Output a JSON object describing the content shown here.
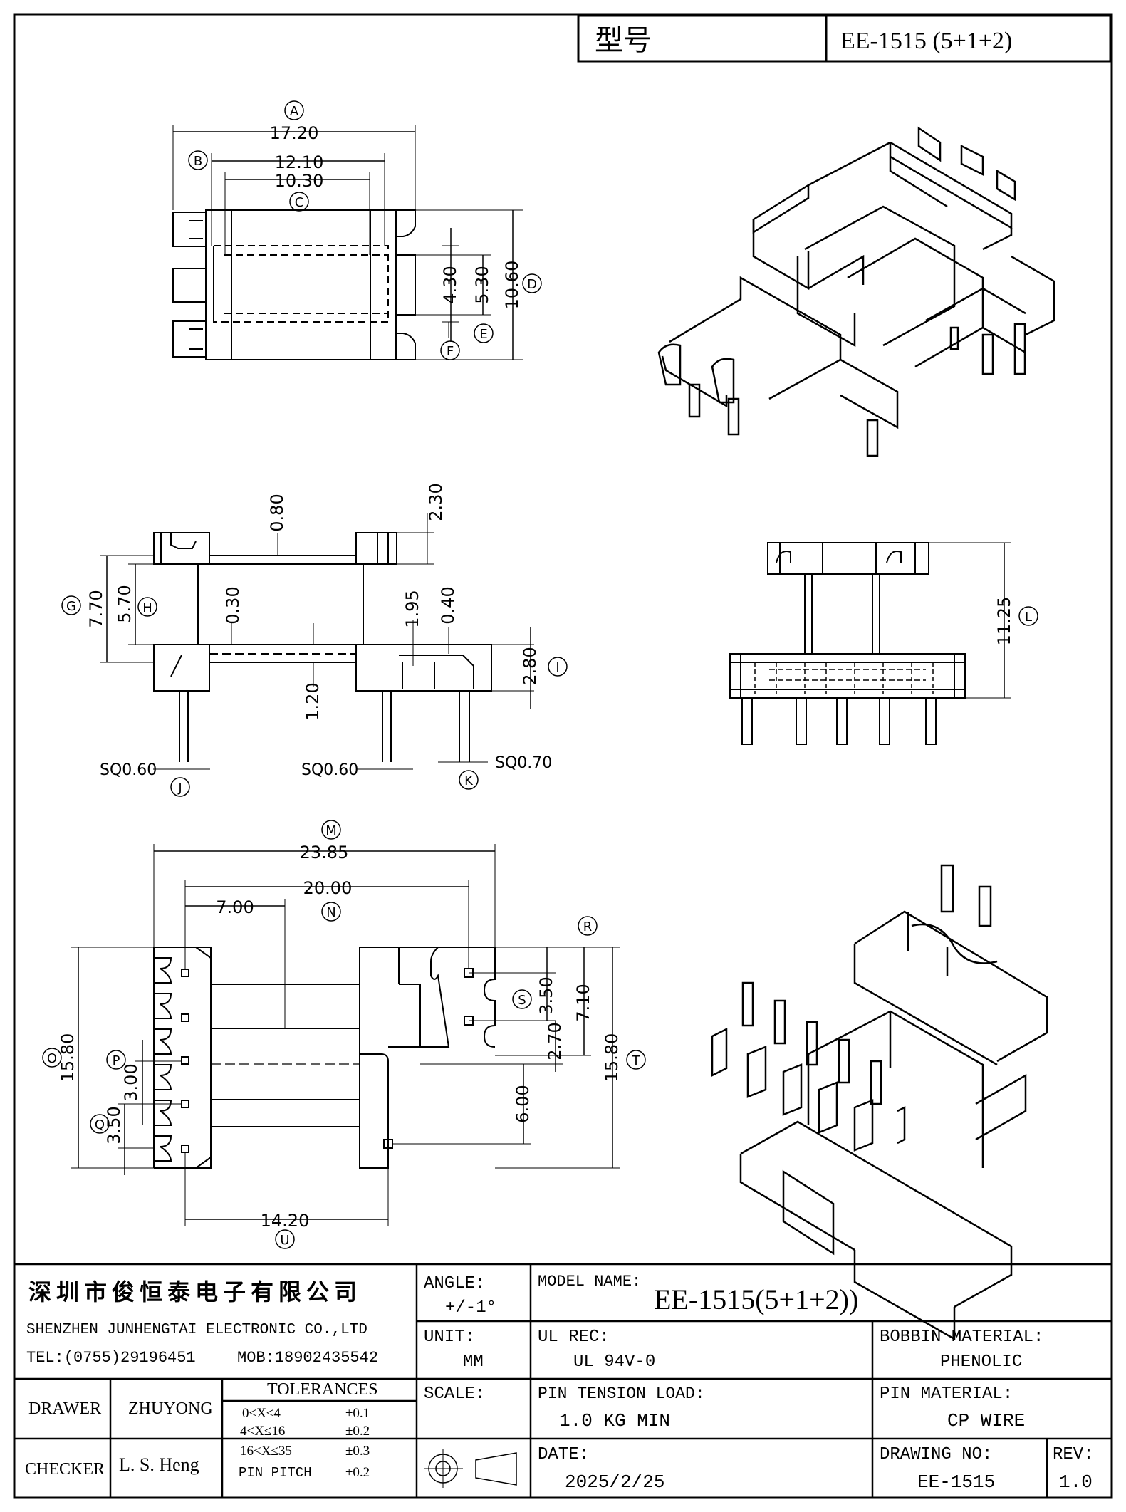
{
  "title_box": {
    "label": "型号",
    "value": "EE-1515 (5+1+2)"
  },
  "dims_top": {
    "A": "A",
    "B": "B",
    "C": "C",
    "D": "D",
    "E": "E",
    "F": "F",
    "a_val": "17.20",
    "b_val": "12.10",
    "c_val": "10.30",
    "d_val": "10.60",
    "e_val": "5.30",
    "f_val": "4.30"
  },
  "dims_front": {
    "G": "G",
    "H": "H",
    "I": "I",
    "J": "J",
    "K": "K",
    "g_val": "7.70",
    "h_val": "5.70",
    "v080": "0.80",
    "v230": "2.30",
    "v030": "0.30",
    "v195": "1.95",
    "v040": "0.40",
    "v120": "1.20",
    "i_val": "2.80",
    "sq_j": "SQ0.60",
    "sq_mid": "SQ0.60",
    "sq_k": "SQ0.70"
  },
  "dims_side": {
    "L": "L",
    "l_val": "11.25"
  },
  "dims_bottom": {
    "M": "M",
    "N": "N",
    "O": "O",
    "P": "P",
    "Q": "Q",
    "R": "R",
    "S": "S",
    "T": "T",
    "U": "U",
    "m_val": "23.85",
    "n_val": "20.00",
    "v700": "7.00",
    "o_val": "15.80",
    "p_val": "3.00",
    "q_val": "3.50",
    "s_val": "3.50",
    "r_val": "7.10",
    "v270": "2.70",
    "v600": "6.00",
    "t_val": "15.80",
    "u_val": "14.20"
  },
  "title_block": {
    "company_cn": "深圳市俊恒泰电子有限公司",
    "company_en": "SHENZHEN JUNHENGTAI ELECTRONIC CO.,LTD",
    "tel": "TEL:(0755)29196451",
    "mob": "MOB:18902435542",
    "angle_label": "ANGLE:",
    "angle_value": "+/-1°",
    "model_label": "MODEL NAME:",
    "model_value": "EE-1515(5+1+2))",
    "unit_label": "UNIT:",
    "unit_value": "MM",
    "ul_label": "UL REC:",
    "ul_value": "UL 94V-0",
    "bobbin_label": "BOBBIN MATERIAL:",
    "bobbin_value": "PHENOLIC",
    "drawer_label": "DRAWER",
    "drawer_value": "ZHUYONG",
    "tol_label": "TOLERANCES",
    "tol_rows": [
      {
        "range": "0<X≤4",
        "tol": "±0.1"
      },
      {
        "range": "4<X≤16",
        "tol": "±0.2"
      },
      {
        "range": "16<X≤35",
        "tol": "±0.3"
      },
      {
        "range": "PIN PITCH",
        "tol": "±0.2"
      }
    ],
    "scale_label": "SCALE:",
    "pin_tension_label": "PIN TENSION LOAD:",
    "pin_tension_value": "1.0 KG MIN",
    "pin_material_label": "PIN MATERIAL:",
    "pin_material_value": "CP WIRE",
    "checker_label": "CHECKER",
    "checker_value": "L. S. Heng",
    "date_label": "DATE:",
    "date_value": "2025/2/25",
    "drawing_no_label": "DRAWING NO:",
    "drawing_no_value": "EE-1515",
    "rev_label": "REV:",
    "rev_value": "1.0"
  }
}
